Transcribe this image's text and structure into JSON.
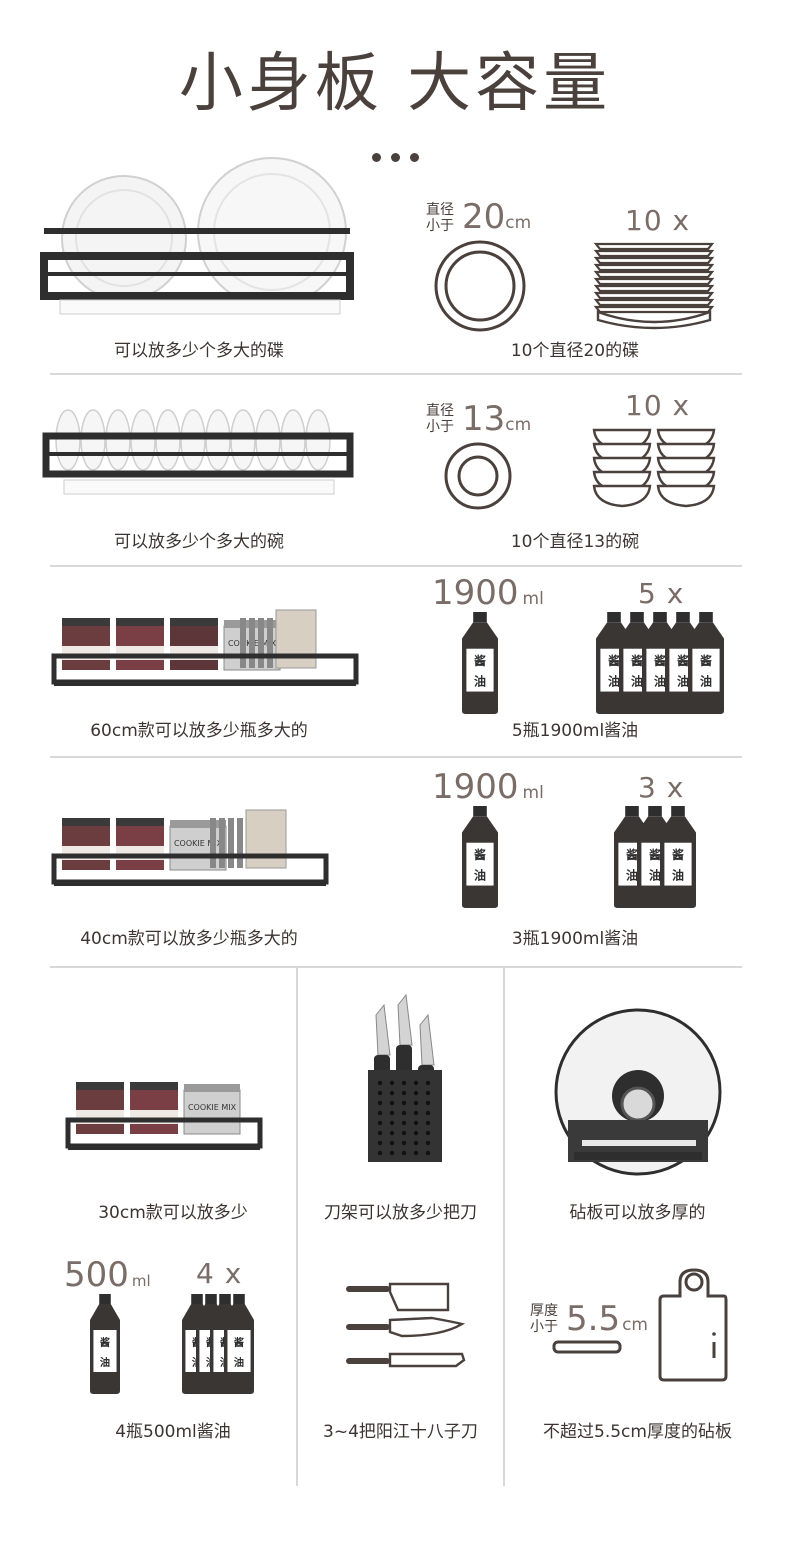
{
  "header": {
    "title": "小身板 大容量"
  },
  "colors": {
    "brown": "#4a403c",
    "muted": "#7a6d68",
    "rack": "#2e2e2e",
    "divider": "#d8d8d8"
  },
  "rows": [
    {
      "left_caption": "可以放多少个多大的碟",
      "spec_small_line1": "直径",
      "spec_small_line2": "小于",
      "spec_value": "20",
      "spec_unit": "cm",
      "multiplier": "10 x",
      "right_caption": "10个直径20的碟",
      "icons": [
        "plate-icon",
        "plate-stack-icon"
      ]
    },
    {
      "left_caption": "可以放多少个多大的碗",
      "spec_small_line1": "直径",
      "spec_small_line2": "小于",
      "spec_value": "13",
      "spec_unit": "cm",
      "multiplier": "10 x",
      "right_caption": "10个直径13的碗",
      "icons": [
        "bowl-icon",
        "bowl-stack-icon"
      ]
    },
    {
      "left_caption": "60cm款可以放多少瓶多大的",
      "spec_value": "1900",
      "spec_unit": "ml",
      "multiplier": "5 x",
      "right_caption": "5瓶1900ml酱油",
      "bottle_label": "酱油",
      "jar_label": "COOKIE MIX"
    },
    {
      "left_caption": "40cm款可以放多少瓶多大的",
      "spec_value": "1900",
      "spec_unit": "ml",
      "multiplier": "3 x",
      "right_caption": "3瓶1900ml酱油",
      "bottle_label": "酱油",
      "jar_label": "COOKIE MIX"
    }
  ],
  "bottom": {
    "col1": {
      "caption": "30cm款可以放多少",
      "spec_value": "500",
      "spec_unit": "ml",
      "multiplier": "4 x",
      "result": "4瓶500ml酱油",
      "bottle_label": "酱油",
      "jar_label": "COOKIE MIX"
    },
    "col2": {
      "caption": "刀架可以放多少把刀",
      "result": "3~4把阳江十八子刀"
    },
    "col3": {
      "caption": "砧板可以放多厚的",
      "spec_small_line1": "厚度",
      "spec_small_line2": "小于",
      "spec_value": "5.5",
      "spec_unit": "cm",
      "result": "不超过5.5cm厚度的砧板"
    }
  }
}
